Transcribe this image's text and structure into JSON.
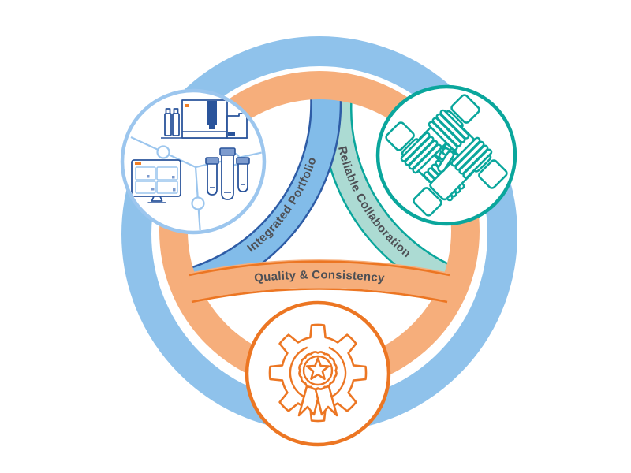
{
  "diagram": {
    "background": "#FFFFFF",
    "rings": {
      "outer_color": "#8FC2EB",
      "inner_color": "#F6AE7B"
    },
    "bands": [
      {
        "id": "integrated-portfolio",
        "label": "Integrated Portfolio",
        "fill": "#82BCE9",
        "edge": "#2E5CA6"
      },
      {
        "id": "reliable-collaboration",
        "label": "Reliable Collaboration",
        "fill": "#ACDBD3",
        "edge": "#0BA29A"
      },
      {
        "id": "quality-consistency",
        "label": "Quality & Consistency",
        "fill": "#F6AE7B",
        "edge": "#EC7623"
      }
    ],
    "nodes": [
      {
        "id": "portfolio-node",
        "icon": "lab-instruments-puzzle-icon",
        "ring_color": "#9CC6EE"
      },
      {
        "id": "collaboration-node",
        "icon": "interlocked-hands-icon",
        "ring_color": "#0AA69C"
      },
      {
        "id": "quality-node",
        "icon": "gear-award-ribbon-icon",
        "ring_color": "#EC7623"
      }
    ],
    "colors": {
      "bg": "#FFFFFF",
      "blue-light": "#8FC2EB",
      "blue-band": "#82BCE9",
      "navy": "#2E5CA6",
      "orange": "#F6AE7B",
      "orange-dark": "#EC7623",
      "teal": "#0AA69C",
      "teal-band": "#ACDBD3",
      "text": "#4E5055",
      "lab-line": "#2A549B",
      "lab-light": "#9CC6EE",
      "cap": "#7D9BCE",
      "accent-orange": "#F07E26"
    }
  }
}
